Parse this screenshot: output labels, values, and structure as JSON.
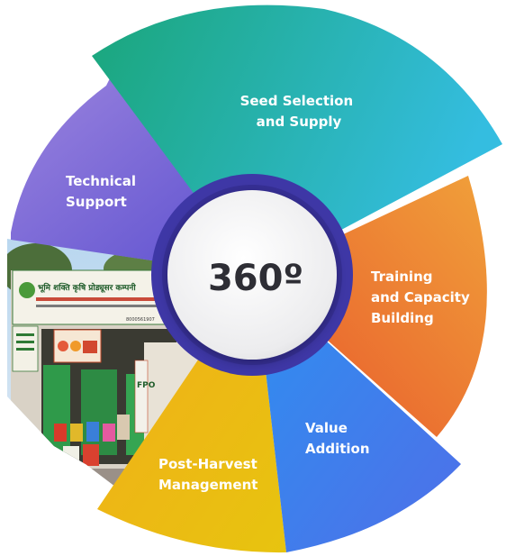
{
  "center": {
    "label": "360º"
  },
  "segments": [
    {
      "id": "seed",
      "lines": [
        "Seed Selection",
        "and Supply"
      ]
    },
    {
      "id": "training",
      "lines": [
        "Training",
        "and Capacity",
        "Building"
      ]
    },
    {
      "id": "value",
      "lines": [
        "Value",
        "Addition"
      ]
    },
    {
      "id": "postharvest",
      "lines": [
        "Post-Harvest",
        "Management"
      ]
    },
    {
      "id": "technical",
      "lines": [
        "Technical",
        "Support"
      ]
    }
  ],
  "photo": {
    "sign_text": "भूमि शक्ति कृषि प्रोड्यूसर कम्पनी",
    "phone_text": "8000561907",
    "store_text": "FPO"
  },
  "colors": {
    "seed": [
      "#1aa67a",
      "#34bde0"
    ],
    "training": [
      "#e8552b",
      "#f0a03a"
    ],
    "value": [
      "#2e8ff0",
      "#4f6fe8"
    ],
    "postharvest": [
      "#f2ad1a",
      "#e7c40f"
    ],
    "technical": [
      "#5b4fcf",
      "#9a83de"
    ],
    "ring": "#3e37a6",
    "hub": "#f2f2f3",
    "center_text": "#2e2e35"
  }
}
